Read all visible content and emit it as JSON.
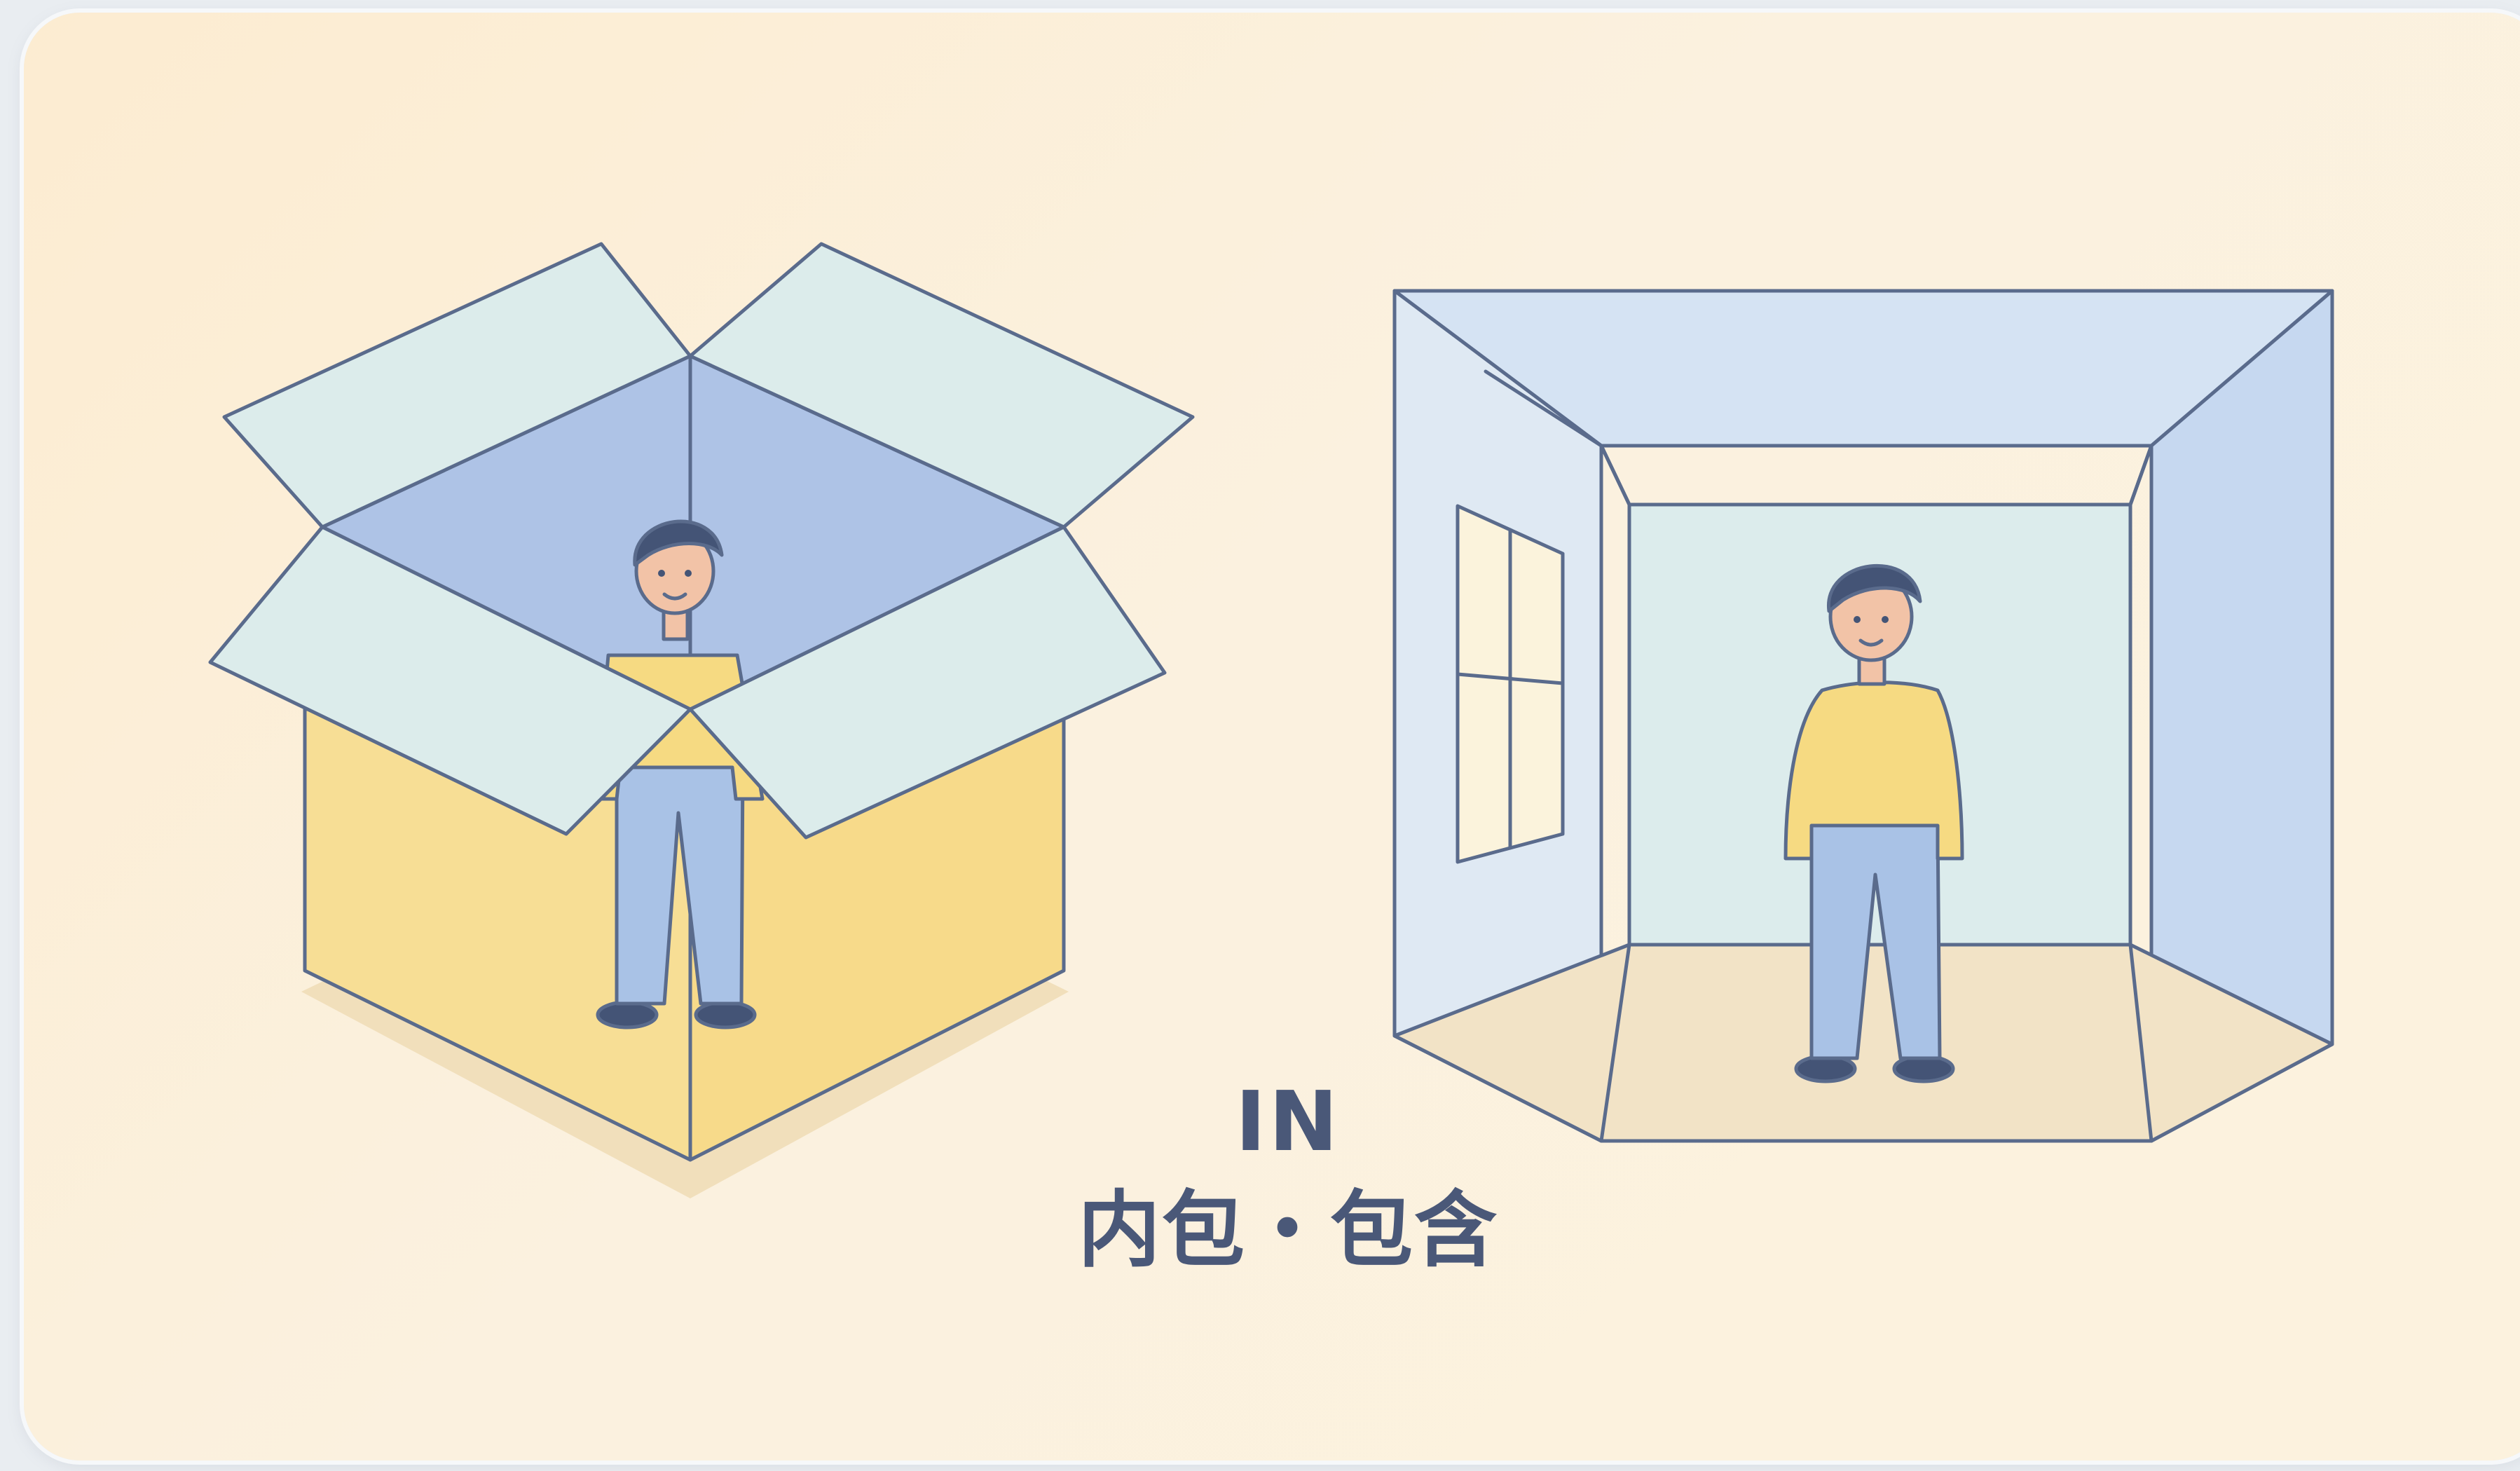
{
  "caption": {
    "title": "IN",
    "subtitle": "内包・包含"
  },
  "colors": {
    "background": "#fcf1dd",
    "outline": "#5a6b8c",
    "box_yellow": "#f7de95",
    "flap_light": "#dceceb",
    "inner_blue": "#a8c0e6",
    "room_wall": "#d5e3f3",
    "room_back": "#dcecec",
    "shirt": "#f6da82",
    "pants": "#a9c2e6",
    "skin": "#f2c3a7",
    "hair": "#445476",
    "text": "#4a5878"
  },
  "illustrations": [
    {
      "name": "person-in-open-box"
    },
    {
      "name": "person-in-room"
    }
  ]
}
